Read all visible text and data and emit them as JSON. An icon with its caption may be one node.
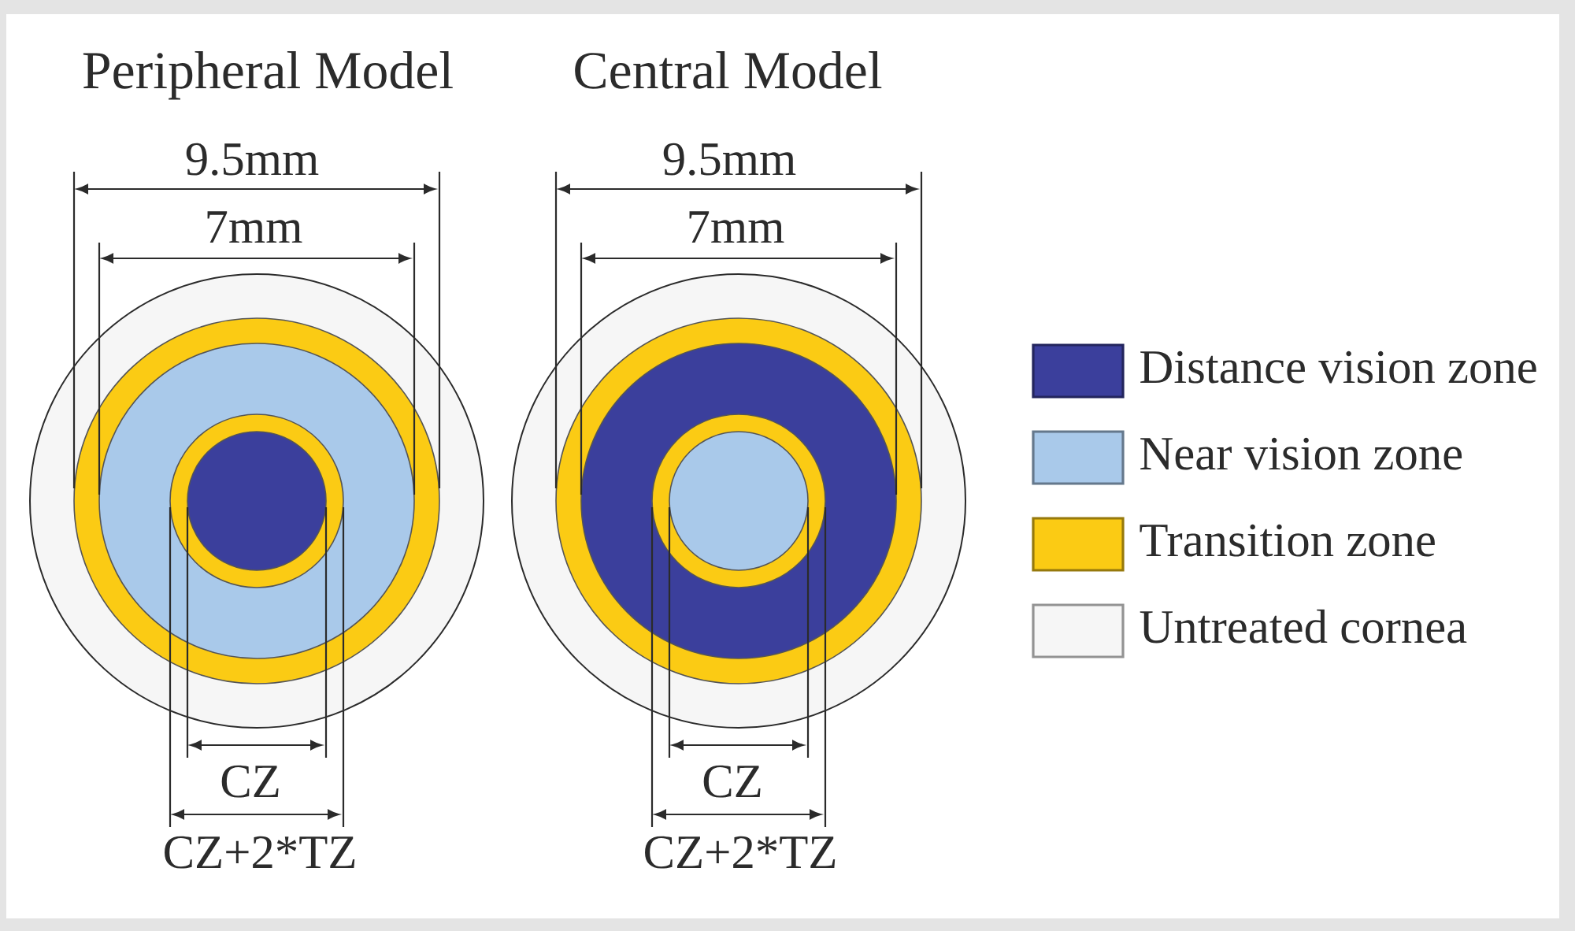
{
  "diagram": {
    "labels": [
      "Peripheral Model",
      "Central Model",
      "9.5mm",
      "9.5mm",
      "7mm",
      "7mm",
      "CZ",
      "CZ",
      "CZ+2*TZ",
      "CZ+2*TZ"
    ],
    "legend": [
      {
        "text": "Distance vision zone",
        "color": "#3b3f9c"
      },
      {
        "text": "Near vision zone",
        "color": "#a9c9ea"
      },
      {
        "text": "Transition zone",
        "color": "#fbcb14"
      },
      {
        "text": "Untreated cornea",
        "color": "#f6f6f6"
      }
    ]
  }
}
